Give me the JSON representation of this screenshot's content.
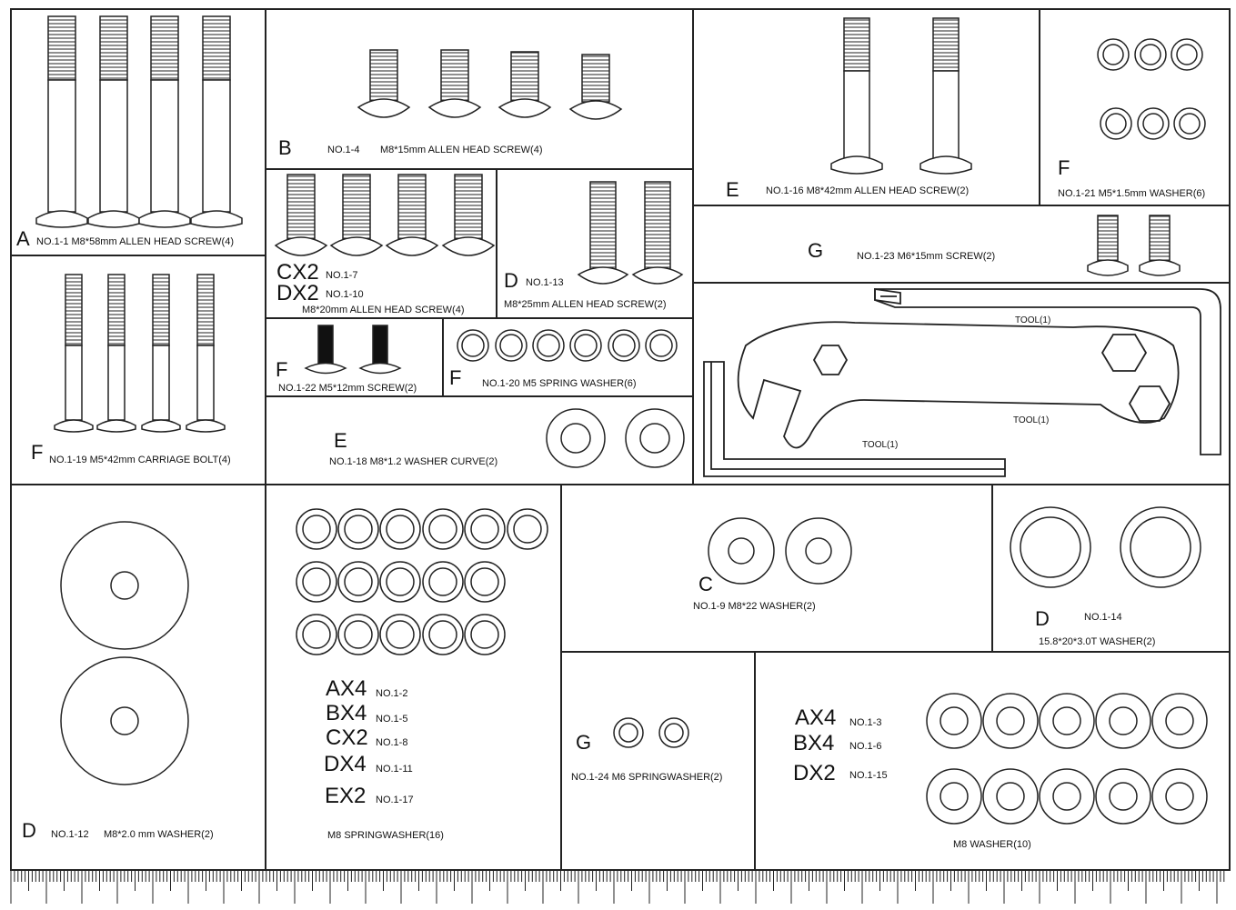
{
  "sections": {
    "A": {
      "letter": "A",
      "label": "NO.1-1 M8*58mm ALLEN HEAD SCREW(4)"
    },
    "B": {
      "letter": "B",
      "code": "NO.1-4",
      "label": "M8*15mm ALLEN HEAD SCREW(4)"
    },
    "E_top": {
      "letter": "E",
      "label": "NO.1-16 M8*42mm ALLEN HEAD SCREW(2)"
    },
    "F_washer": {
      "letter": "F",
      "label": "NO.1-21 M5*1.5mm WASHER(6)"
    },
    "CX_DX": {
      "qty1": "CX2",
      "code1": "NO.1-7",
      "qty2": "DX2",
      "code2": "NO.1-10",
      "label": "M8*20mm ALLEN HEAD SCREW(4)"
    },
    "D_13": {
      "letter": "D",
      "code": "NO.1-13",
      "label": "M8*25mm ALLEN HEAD SCREW(2)"
    },
    "G_23": {
      "letter": "G",
      "label": "NO.1-23 M6*15mm SCREW(2)"
    },
    "F_19": {
      "letter": "F",
      "label": "NO.1-19 M5*42mm CARRIAGE BOLT(4)"
    },
    "F_22": {
      "letter": "F",
      "label": "NO.1-22 M5*12mm SCREW(2)"
    },
    "F_20": {
      "letter": "F",
      "label": "NO.1-20 M5 SPRING WASHER(6)"
    },
    "E_18": {
      "letter": "E",
      "label": "NO.1-18 M8*1.2 WASHER CURVE(2)"
    },
    "tools": {
      "tool1": "TOOL(1)",
      "tool2": "TOOL(1)",
      "tool3": "TOOL(1)"
    },
    "D_12": {
      "letter": "D",
      "code": "NO.1-12",
      "label": "M8*2.0 mm WASHER(2)"
    },
    "springwasher": {
      "rows": [
        {
          "qty": "AX4",
          "code": "NO.1-2"
        },
        {
          "qty": "BX4",
          "code": "NO.1-5"
        },
        {
          "qty": "CX2",
          "code": "NO.1-8"
        },
        {
          "qty": "DX4",
          "code": "NO.1-11"
        },
        {
          "qty": "EX2",
          "code": "NO.1-17"
        }
      ],
      "label": "M8 SPRINGWASHER(16)"
    },
    "C_9": {
      "letter": "C",
      "label": "NO.1-9 M8*22  WASHER(2)"
    },
    "D_14": {
      "letter": "D",
      "code": "NO.1-14",
      "label": "15.8*20*3.0T WASHER(2)"
    },
    "G_24": {
      "letter": "G",
      "label": "NO.1-24 M6 SPRINGWASHER(2)"
    },
    "M8_washer": {
      "rows": [
        {
          "qty": "AX4",
          "code": "NO.1-3"
        },
        {
          "qty": "BX4",
          "code": "NO.1-6"
        },
        {
          "qty": "DX2",
          "code": "NO.1-15"
        }
      ],
      "label": "M8  WASHER(10)"
    }
  }
}
